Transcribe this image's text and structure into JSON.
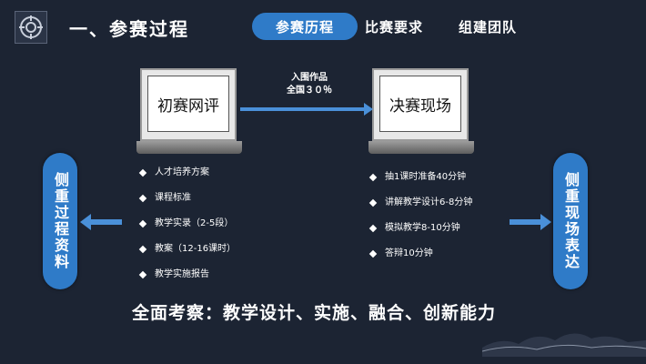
{
  "header": {
    "title": "一、参赛过程",
    "tabs": [
      {
        "label": "参赛历程",
        "active": true
      },
      {
        "label": "比赛要求",
        "active": false
      },
      {
        "label": "组建团队",
        "active": false
      }
    ]
  },
  "stages": {
    "first": "初赛网评",
    "final": "决赛现场",
    "advance_line1": "入围作品",
    "advance_line2": "全国３０％"
  },
  "first_items": [
    "人才培养方案",
    "课程标准",
    "教学实录（2-5段）",
    "教案（12-16课时）",
    "教学实施报告"
  ],
  "final_items": [
    "抽1课时准备40分钟",
    "讲解教学设计6-8分钟",
    "模拟教学8-10分钟",
    "答辩10分钟"
  ],
  "side_labels": {
    "left": "侧重过程资料",
    "right": "侧重现场表达"
  },
  "footer": "全面考察：教学设计、实施、融合、创新能力",
  "colors": {
    "background": "#1c2433",
    "accent": "#2f7bc8",
    "text": "#ffffff"
  },
  "icons": {
    "logo": "ornament-logo-icon",
    "bullet": "diamond-bullet-icon"
  }
}
